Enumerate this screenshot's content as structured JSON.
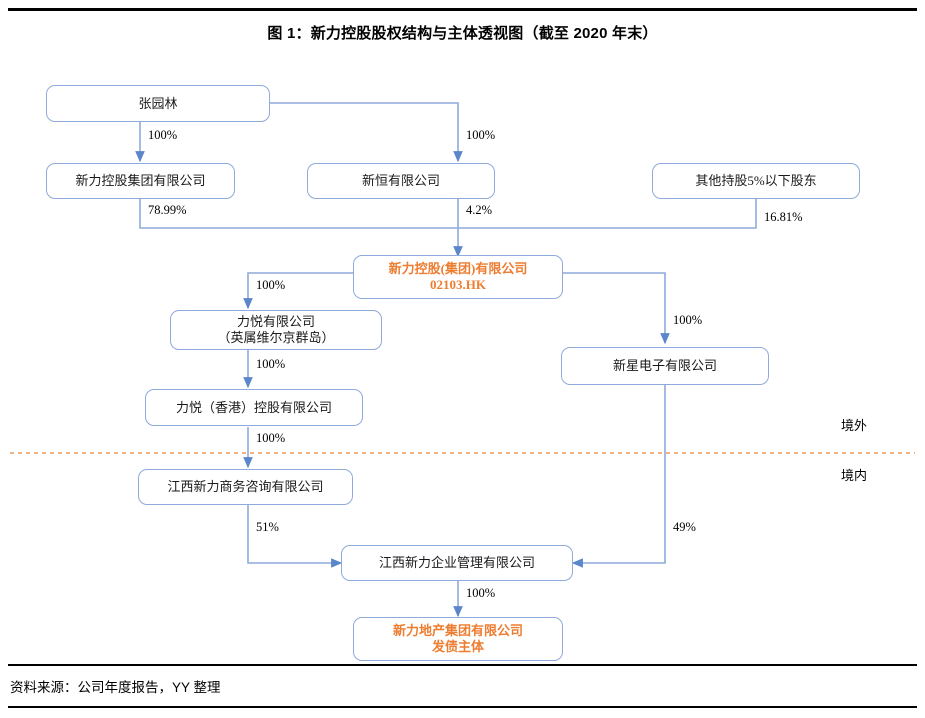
{
  "figure": {
    "title": "图 1：新力控股股权结构与主体透视图（截至 2020 年末）",
    "source": "资料来源：公司年度报告，YY 整理"
  },
  "colors": {
    "box_border": "#8faadc",
    "wire": "#8faadc",
    "highlight_text": "#ed7d31",
    "divider_dashed": "#ed9b5e",
    "rule": "#000000"
  },
  "zones": {
    "offshore": "境外",
    "onshore": "境内"
  },
  "nodes": {
    "zhang": {
      "line1": "张园林"
    },
    "xinli_holding_group": {
      "line1": "新力控股集团有限公司"
    },
    "xinheng": {
      "line1": "新恒有限公司"
    },
    "other_shareholders": {
      "line1": "其他持股5%以下股东"
    },
    "xinli_holdings_hk": {
      "line1": "新力控股(集团)有限公司",
      "line2": "02103.HK"
    },
    "liyue_bvi": {
      "line1": "力悦有限公司",
      "line2": "（英属维尔京群岛）"
    },
    "liyue_hk": {
      "line1": "力悦（香港）控股有限公司"
    },
    "xinxing_electronics": {
      "line1": "新星电子有限公司"
    },
    "jiangxi_consulting": {
      "line1": "江西新力商务咨询有限公司"
    },
    "jiangxi_management": {
      "line1": "江西新力企业管理有限公司"
    },
    "xinli_real_estate": {
      "line1": "新力地产集团有限公司",
      "line2": "发债主体"
    }
  },
  "edges": {
    "zhang_to_holding_group": "100%",
    "zhang_to_xinheng": "100%",
    "holding_group_to_hk": "78.99%",
    "xinheng_to_hk": "4.2%",
    "others_to_hk": "16.81%",
    "hk_to_liyue_bvi": "100%",
    "liyue_bvi_to_liyue_hk": "100%",
    "liyue_hk_to_consulting": "100%",
    "hk_to_xinxing": "100%",
    "consulting_to_management": "51%",
    "xinxing_to_management": "49%",
    "management_to_real_estate": "100%"
  },
  "chart_data": {
    "type": "diagram",
    "title": "图 1：新力控股股权结构与主体透视图（截至 2020 年末）",
    "links": [
      {
        "from": "张园林",
        "to": "新力控股集团有限公司",
        "value": "100%"
      },
      {
        "from": "张园林",
        "to": "新恒有限公司",
        "value": "100%"
      },
      {
        "from": "新力控股集团有限公司",
        "to": "新力控股(集团)有限公司",
        "value": "78.99%"
      },
      {
        "from": "新恒有限公司",
        "to": "新力控股(集团)有限公司",
        "value": "4.2%"
      },
      {
        "from": "其他持股5%以下股东",
        "to": "新力控股(集团)有限公司",
        "value": "16.81%"
      },
      {
        "from": "新力控股(集团)有限公司",
        "to": "力悦有限公司",
        "value": "100%"
      },
      {
        "from": "力悦有限公司",
        "to": "力悦（香港）控股有限公司",
        "value": "100%"
      },
      {
        "from": "力悦（香港）控股有限公司",
        "to": "江西新力商务咨询有限公司",
        "value": "100%"
      },
      {
        "from": "新力控股(集团)有限公司",
        "to": "新星电子有限公司",
        "value": "100%"
      },
      {
        "from": "江西新力商务咨询有限公司",
        "to": "江西新力企业管理有限公司",
        "value": "51%"
      },
      {
        "from": "新星电子有限公司",
        "to": "江西新力企业管理有限公司",
        "value": "49%"
      },
      {
        "from": "江西新力企业管理有限公司",
        "to": "新力地产集团有限公司",
        "value": "100%"
      }
    ]
  }
}
